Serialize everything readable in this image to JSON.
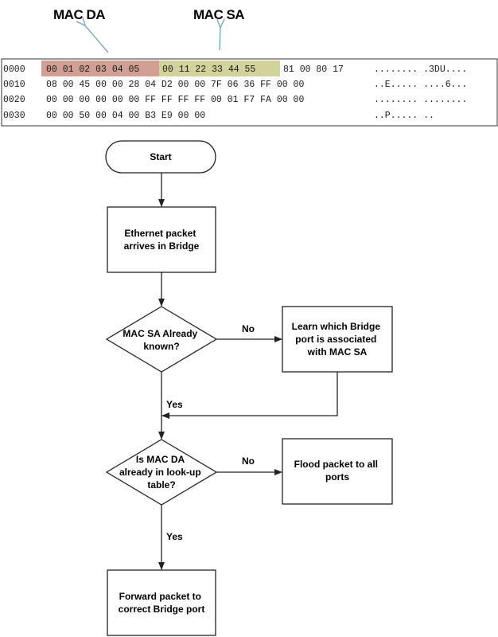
{
  "labels": {
    "mac_da": "MAC DA",
    "mac_sa": "MAC SA"
  },
  "hex_dump": {
    "rows": [
      {
        "offset": "0000",
        "da": "00 01 02 03 04 05",
        "sa": "00 11  22 33  44 55",
        "rest": "81 00 80 17",
        "ascii": "........ .3DU...."
      },
      {
        "offset": "0010",
        "da": "",
        "sa": "",
        "rest": "08 00 45 00 00 28 04 D2  00 00 7F 06 36 FF 00 00",
        "ascii": "..E..... ....6..."
      },
      {
        "offset": "0020",
        "da": "",
        "sa": "",
        "rest": "00 00 00 00 00 00 FF FF  FF FF 00 01 F7 FA 00 00",
        "ascii": "........ ........"
      },
      {
        "offset": "0030",
        "da": "",
        "sa": "",
        "rest": "00 00 50 00 04 00 B3 E9  00 00",
        "ascii": "..P..... .."
      }
    ],
    "highlight_colors": {
      "da": "#c98f80",
      "sa": "#c9cb8a"
    }
  },
  "flowchart": {
    "start": "Start",
    "arrive": [
      "Ethernet packet",
      "arrives in Bridge"
    ],
    "decision_sa": [
      "MAC SA Already",
      "known?"
    ],
    "learn": [
      "Learn which Bridge",
      "port is associated",
      "with MAC SA"
    ],
    "decision_da": [
      "Is MAC DA",
      "already in look-up",
      "table?"
    ],
    "flood": [
      "Flood packet to all",
      "ports"
    ],
    "forward": [
      "Forward packet to",
      "correct Bridge port"
    ],
    "edge_sa_no": "No",
    "edge_sa_yes": "Yes",
    "edge_da_no": "No",
    "edge_da_yes": "Yes"
  },
  "colors": {
    "arrow_blue": "#7aa7cf"
  }
}
